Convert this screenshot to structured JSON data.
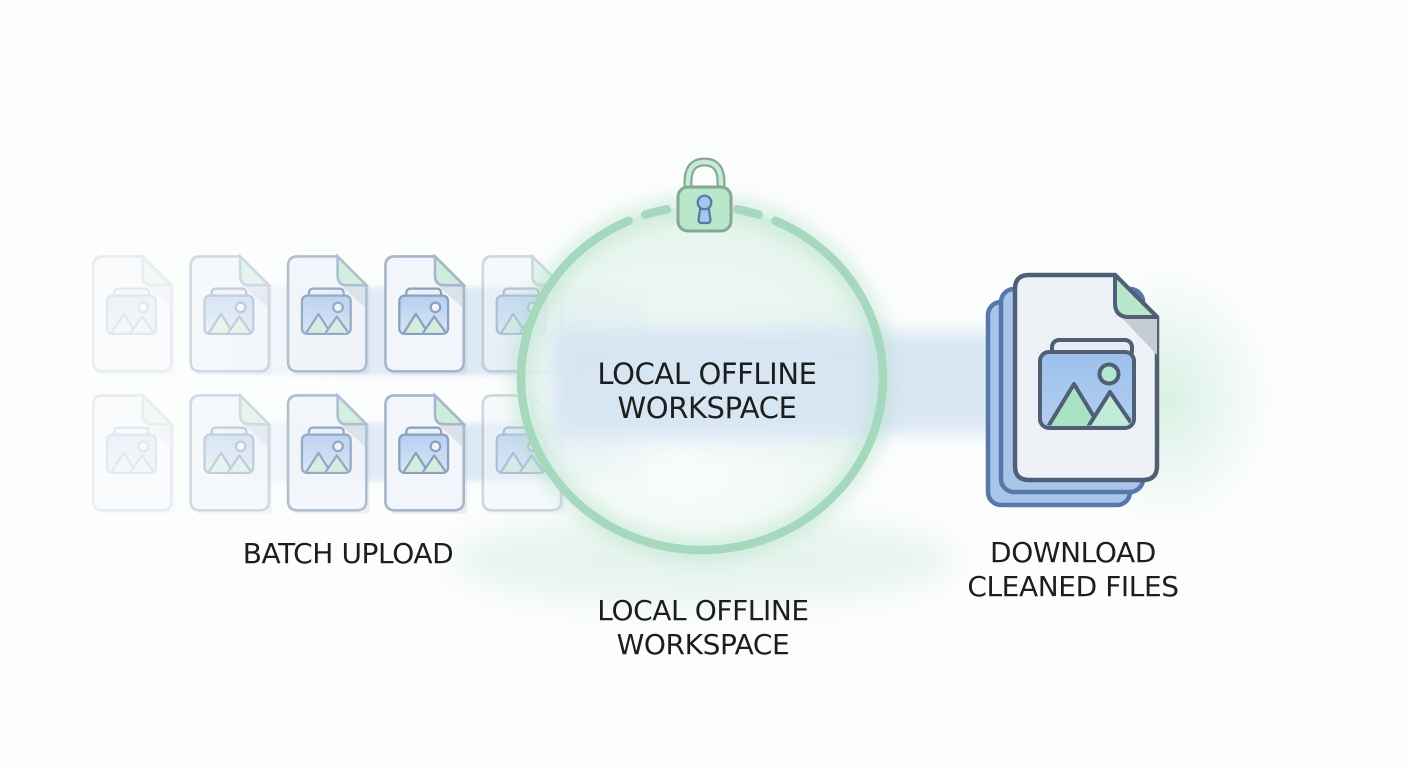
{
  "flow": {
    "upload": {
      "label": "BATCH UPLOAD",
      "rows": 2,
      "columns": 5,
      "file_count": 10,
      "column_opacities": [
        0.22,
        0.5,
        0.88,
        1,
        0.55
      ]
    },
    "workspace": {
      "label_line1": "LOCAL OFFLINE",
      "label_line2": "WORKSPACE",
      "caption_line1": "LOCAL OFFLINE",
      "caption_line2": "WORKSPACE",
      "lock_icon": "padlock"
    },
    "download": {
      "label_line1": "DOWNLOAD",
      "label_line2": "CLEANED FILES",
      "stack_count": 3
    }
  },
  "colors": {
    "accent_green": "#a5d8bd",
    "mint_fill": "#b9e7cc",
    "band_blue": "#d7e5f3",
    "file_border": "#a6b7cb",
    "stack_blue": "#a9c6ea",
    "stack_border": "#4f6076",
    "text": "#1d1d1d",
    "background": "#fcfdfd"
  }
}
